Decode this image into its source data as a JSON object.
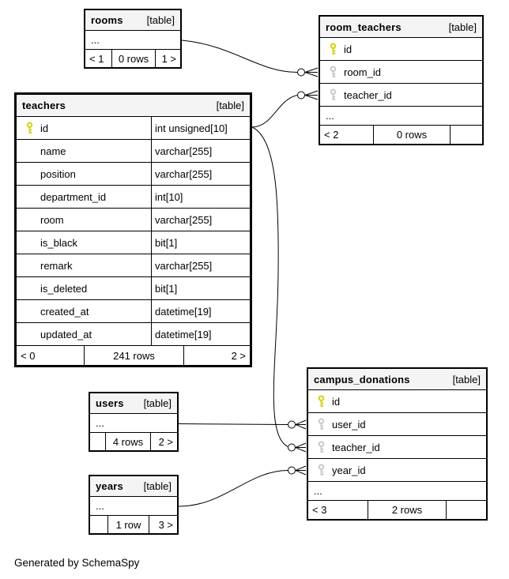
{
  "diagram": {
    "generated_by": "Generated by SchemaSpy",
    "colors": {
      "header_bg": "#f4f4f4",
      "primary_key": "#d4d300",
      "foreign_key": "#c8c8c8",
      "border": "#000000"
    },
    "tables": {
      "rooms": {
        "name": "rooms",
        "tag": "[table]",
        "ellipsis": "...",
        "footer": {
          "left": "< 1",
          "center": "0 rows",
          "right": "1 >"
        }
      },
      "room_teachers": {
        "name": "room_teachers",
        "tag": "[table]",
        "ellipsis": "...",
        "columns": [
          {
            "name": "id",
            "key": "pk"
          },
          {
            "name": "room_id",
            "key": "fk"
          },
          {
            "name": "teacher_id",
            "key": "fk"
          }
        ],
        "footer": {
          "left": "< 2",
          "center": "0 rows",
          "right": ""
        }
      },
      "teachers": {
        "name": "teachers",
        "tag": "[table]",
        "columns": [
          {
            "name": "id",
            "type": "int unsigned[10]",
            "key": "pk"
          },
          {
            "name": "name",
            "type": "varchar[255]",
            "key": ""
          },
          {
            "name": "position",
            "type": "varchar[255]",
            "key": ""
          },
          {
            "name": "department_id",
            "type": "int[10]",
            "key": ""
          },
          {
            "name": "room",
            "type": "varchar[255]",
            "key": ""
          },
          {
            "name": "is_black",
            "type": "bit[1]",
            "key": ""
          },
          {
            "name": "remark",
            "type": "varchar[255]",
            "key": ""
          },
          {
            "name": "is_deleted",
            "type": "bit[1]",
            "key": ""
          },
          {
            "name": "created_at",
            "type": "datetime[19]",
            "key": ""
          },
          {
            "name": "updated_at",
            "type": "datetime[19]",
            "key": ""
          }
        ],
        "footer": {
          "left": "< 0",
          "center": "241 rows",
          "right": "2 >"
        }
      },
      "users": {
        "name": "users",
        "tag": "[table]",
        "ellipsis": "...",
        "footer": {
          "left": "",
          "center": "4 rows",
          "right": "2 >"
        }
      },
      "years": {
        "name": "years",
        "tag": "[table]",
        "ellipsis": "...",
        "footer": {
          "left": "",
          "center": "1 row",
          "right": "3 >"
        }
      },
      "campus_donations": {
        "name": "campus_donations",
        "tag": "[table]",
        "ellipsis": "...",
        "columns": [
          {
            "name": "id",
            "key": "pk"
          },
          {
            "name": "user_id",
            "key": "fk"
          },
          {
            "name": "teacher_id",
            "key": "fk"
          },
          {
            "name": "year_id",
            "key": "fk"
          }
        ],
        "footer": {
          "left": "< 3",
          "center": "2 rows",
          "right": ""
        }
      }
    },
    "relationships": [
      {
        "from": "rooms",
        "to": "room_teachers.room_id"
      },
      {
        "from": "teachers.id",
        "to": "room_teachers.teacher_id"
      },
      {
        "from": "teachers.id",
        "to": "campus_donations.teacher_id"
      },
      {
        "from": "users",
        "to": "campus_donations.user_id"
      },
      {
        "from": "years",
        "to": "campus_donations.year_id"
      }
    ]
  }
}
